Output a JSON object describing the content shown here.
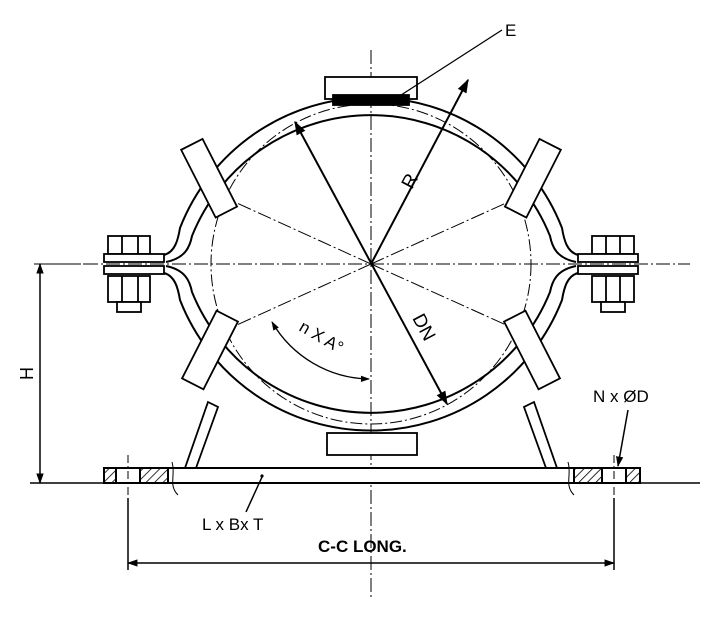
{
  "diagram": {
    "type": "technical-drawing",
    "subject": "pipe clamp support with base plate",
    "labels": {
      "e": "E",
      "r": "R",
      "dn": "DN",
      "angle": "n X A°",
      "h": "H",
      "hole": "N x ØD",
      "plate": "L x Bx T",
      "cc": "C-C LONG."
    },
    "colors": {
      "line": "#000000",
      "background": "#ffffff"
    }
  }
}
